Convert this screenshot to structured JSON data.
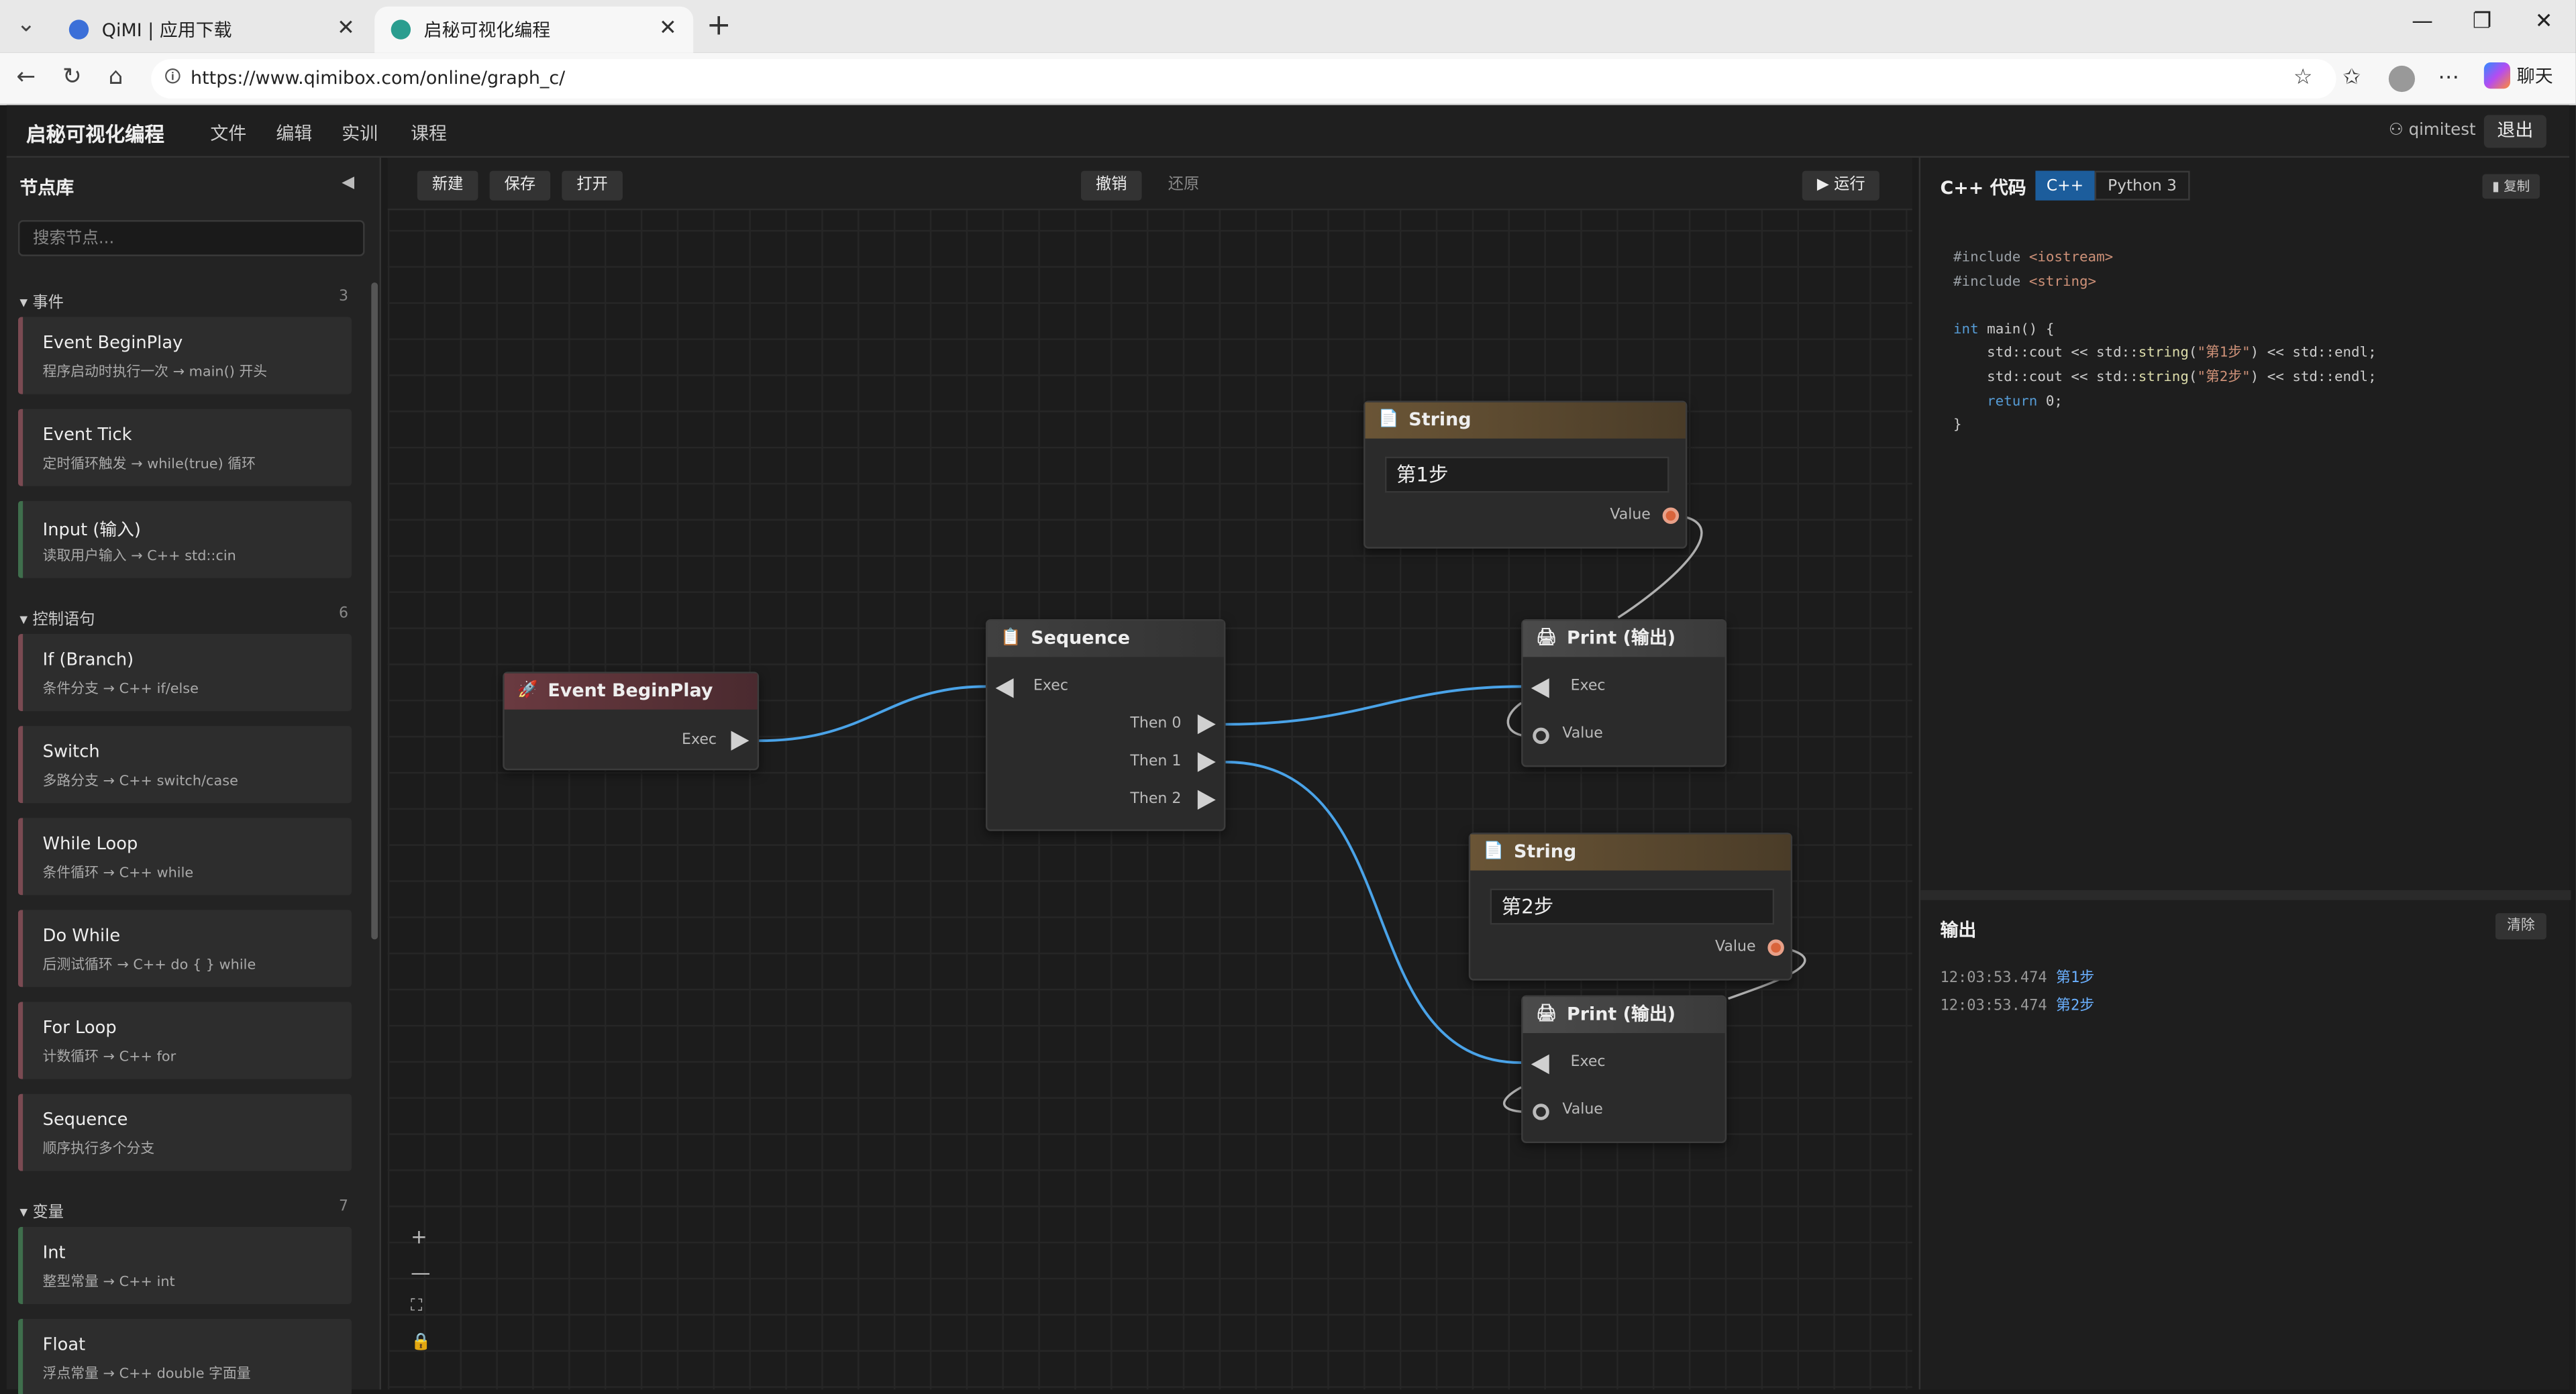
{
  "browser": {
    "tabs": [
      {
        "title": "QiMI | 应用下载"
      },
      {
        "title": "启秘可视化编程"
      }
    ],
    "url": "https://www.qimibox.com/online/graph_c/",
    "chat_label": "聊天"
  },
  "app": {
    "brand": "启秘可视化编程",
    "menu": [
      "文件",
      "编辑",
      "实训",
      "课程"
    ],
    "user": "qimitest",
    "logout": "退出"
  },
  "library": {
    "title": "节点库",
    "search_placeholder": "搜索节点...",
    "categories": [
      {
        "name": "事件",
        "count": "3"
      },
      {
        "name": "控制语句",
        "count": "6"
      },
      {
        "name": "变量",
        "count": "7"
      }
    ],
    "items": [
      {
        "title": "Event BeginPlay",
        "sub": "程序启动时执行一次 → main() 开头"
      },
      {
        "title": "Event Tick",
        "sub": "定时循环触发 → while(true) 循环"
      },
      {
        "title": "Input (输入)",
        "sub": "读取用户输入 → C++ std::cin"
      },
      {
        "title": "If (Branch)",
        "sub": "条件分支 → C++ if/else"
      },
      {
        "title": "Switch",
        "sub": "多路分支 → C++ switch/case"
      },
      {
        "title": "While Loop",
        "sub": "条件循环 → C++ while"
      },
      {
        "title": "Do While",
        "sub": "后测试循环 → C++ do { } while"
      },
      {
        "title": "For Loop",
        "sub": "计数循环 → C++ for"
      },
      {
        "title": "Sequence",
        "sub": "顺序执行多个分支"
      },
      {
        "title": "Int",
        "sub": "整型常量 → C++ int"
      },
      {
        "title": "Float",
        "sub": "浮点常量 → C++ double 字面量"
      }
    ]
  },
  "toolbar": {
    "new": "新建",
    "save": "保存",
    "open": "打开",
    "undo": "撤销",
    "redo": "还原",
    "run": "▶ 运行"
  },
  "nodes": {
    "begin": {
      "title": "Event BeginPlay",
      "exec": "Exec"
    },
    "sequence": {
      "title": "Sequence",
      "exec": "Exec",
      "then0": "Then 0",
      "then1": "Then 1",
      "then2": "Then 2"
    },
    "string1": {
      "title": "String",
      "value": "第1步",
      "pin": "Value"
    },
    "print1": {
      "title": "Print (输出)",
      "exec": "Exec",
      "value": "Value"
    },
    "string2": {
      "title": "String",
      "value": "第2步",
      "pin": "Value"
    },
    "print2": {
      "title": "Print (输出)",
      "exec": "Exec",
      "value": "Value"
    }
  },
  "code_panel": {
    "title": "C++ 代码",
    "lang_cpp": "C++",
    "lang_py": "Python 3",
    "copy": "复制",
    "lines": {
      "l1a": "#include",
      "l1b": "<iostream>",
      "l2a": "#include",
      "l2b": "<string>",
      "l4a": "int",
      "l4b": " main() {",
      "l5a": "    std::cout << std::",
      "l5b": "string",
      "l5c": "(",
      "l5d": "\"第1步\"",
      "l5e": ") << std::endl;",
      "l6a": "    std::cout << std::",
      "l6b": "string",
      "l6c": "(",
      "l6d": "\"第2步\"",
      "l6e": ") << std::endl;",
      "l7a": "    return",
      "l7b": " 0;",
      "l8": "}"
    }
  },
  "output": {
    "title": "输出",
    "clear": "清除",
    "lines": [
      {
        "time": "12:03:53.474",
        "msg": "第1步"
      },
      {
        "time": "12:03:53.474",
        "msg": "第2步"
      }
    ]
  },
  "colors": {
    "wire_exec": "#4aa3e8",
    "wire_data": "#b0b0b0",
    "accent": "#1c5d9c"
  }
}
